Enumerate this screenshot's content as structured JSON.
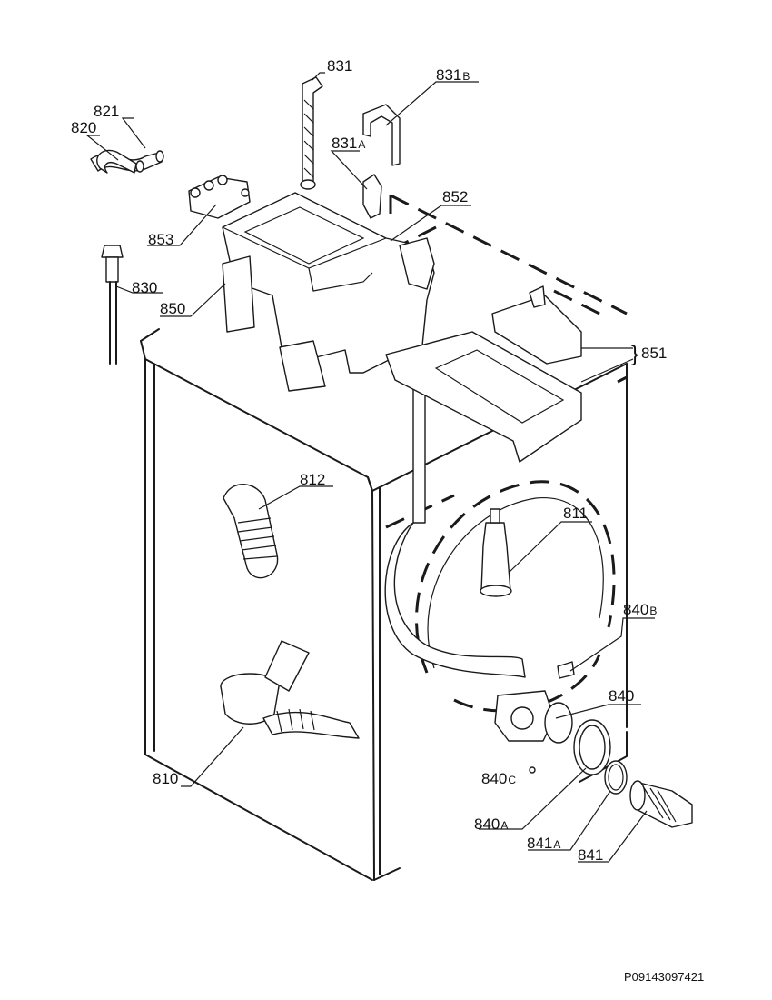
{
  "labels": {
    "p821": "821",
    "p820": "820",
    "p831": "831",
    "p831b_num": "831",
    "p831b_suf": "B",
    "p831a_num": "831",
    "p831a_suf": "A",
    "p852": "852",
    "p853": "853",
    "p830": "830",
    "p850": "850",
    "p851": "851",
    "p851_brace": "}",
    "p812": "812",
    "p811": "811",
    "p840b_num": "840",
    "p840b_suf": "B",
    "p840": "840",
    "p840c_num": "840",
    "p840c_suf": "C",
    "p810": "810",
    "p840a_num": "840",
    "p840a_suf": "A",
    "p841a_num": "841",
    "p841a_suf": "A",
    "p841": "841"
  },
  "footer": {
    "code": "P09143097421"
  }
}
